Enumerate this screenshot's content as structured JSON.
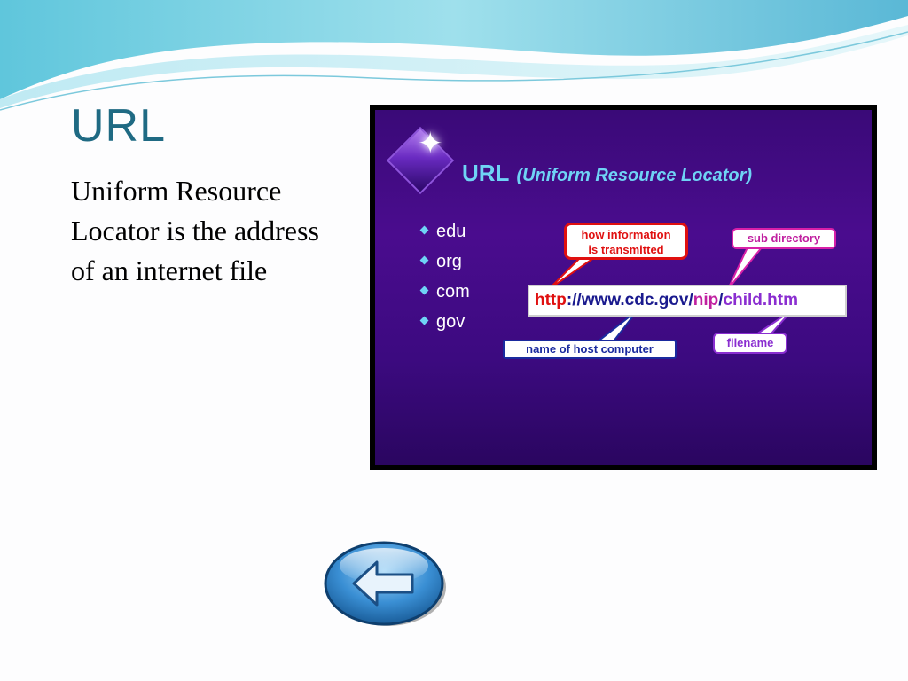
{
  "slide": {
    "title": "URL",
    "body": "Uniform Resource Locator is the address of an internet file"
  },
  "image": {
    "title": "URL",
    "subtitle": "(Uniform Resource Locator)",
    "bullets": [
      "edu",
      "org",
      "com",
      "gov"
    ],
    "url": {
      "protocol": "http",
      "separator1": "://",
      "host": "www.cdc.gov",
      "separator2": "/",
      "directory": "nip",
      "separator3": "/",
      "file": "child.htm"
    },
    "callouts": {
      "protocol_line1": "how information",
      "protocol_line2": "is transmitted",
      "directory": "sub directory",
      "host": "name of host computer",
      "file": "filename"
    }
  },
  "navigation": {
    "back_icon": "left-arrow-icon"
  },
  "colors": {
    "title": "#1f6a83",
    "image_background": "#4a0c8e",
    "image_title": "#6fd3f5",
    "protocol": "#e01010",
    "host": "#1a1a8e",
    "directory": "#c020a0",
    "file": "#8a2ed0",
    "button": "#3a8fd4"
  }
}
